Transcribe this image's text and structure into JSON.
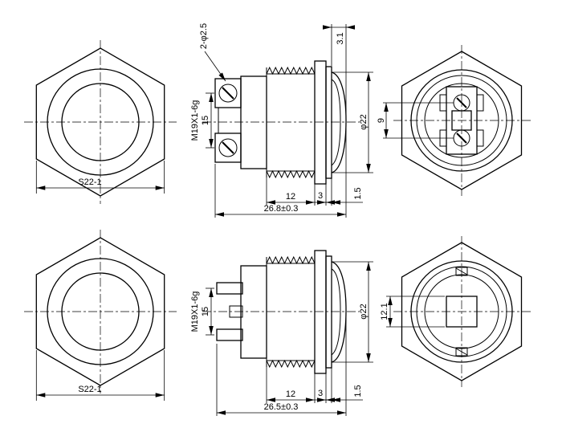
{
  "colors": {
    "line": "#000000",
    "background": "#ffffff"
  },
  "views": {
    "front_top": {
      "across_flats": "S22-1"
    },
    "side_top": {
      "screw_holes": "2-φ2.5",
      "thread_spec": "M19X1-6g",
      "body_length": "15",
      "thread_length": "12",
      "flange_width": "3",
      "lip_width": "1.5",
      "overall_length": "26.8±0.3",
      "head_diameter": "φ22",
      "dome_height": "3.1"
    },
    "rear_top": {
      "terminal_spacing": "9"
    },
    "front_bottom": {
      "across_flats": "S22-1"
    },
    "side_bottom": {
      "thread_spec": "M19X1-6g",
      "body_length": "15",
      "thread_length": "12",
      "flange_width": "3",
      "lip_width": "1.5",
      "overall_length": "26.5±0.3",
      "head_diameter": "φ22"
    },
    "rear_bottom": {
      "actuator_width": "12.1"
    }
  }
}
